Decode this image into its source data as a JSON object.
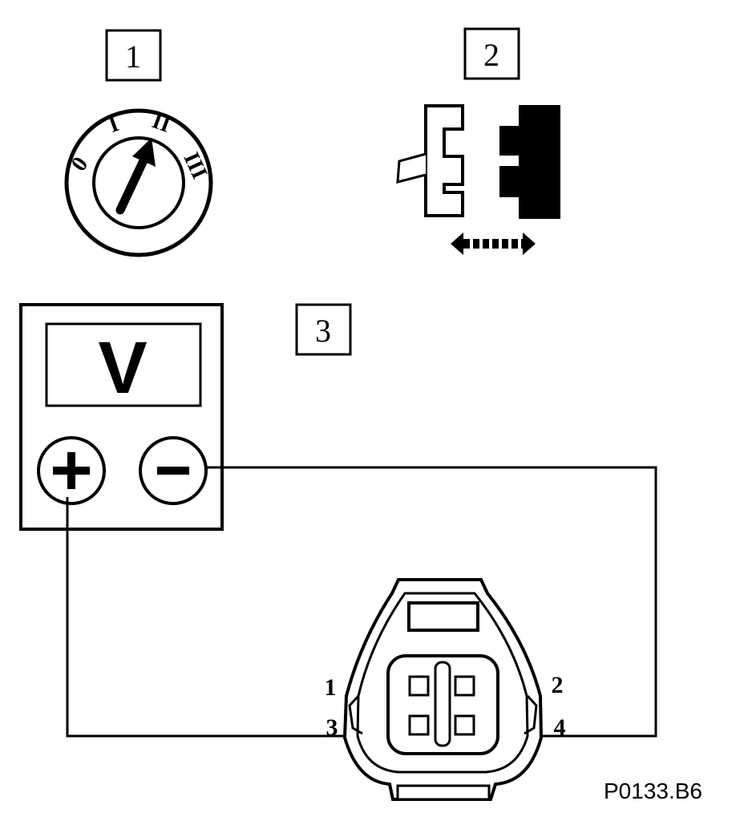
{
  "steps": [
    "1",
    "2",
    "3"
  ],
  "ignition": {
    "positions": [
      "0",
      "I",
      "II",
      "III"
    ]
  },
  "meter": {
    "symbol": "V",
    "plus": "+",
    "minus": "−"
  },
  "connector": {
    "pins": [
      "1",
      "2",
      "3",
      "4"
    ]
  },
  "reference_code": "P0133.B6"
}
